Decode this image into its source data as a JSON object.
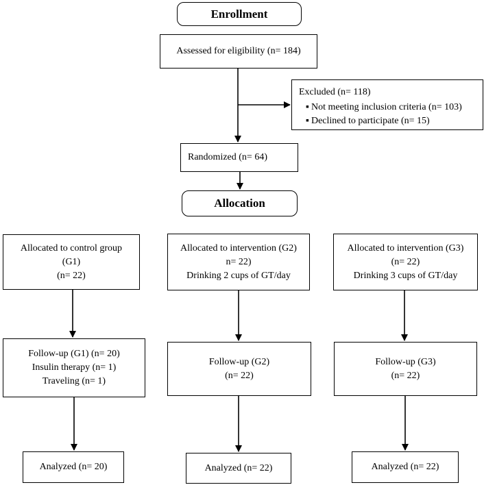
{
  "enrollment": {
    "label": "Enrollment"
  },
  "eligibility": {
    "text": "Assessed for eligibility (n= 184)"
  },
  "excluded": {
    "title": "Excluded (n= 118)",
    "items": [
      "Not meeting inclusion criteria (n= 103)",
      "Declined to participate (n= 15)"
    ]
  },
  "randomized": {
    "text": "Randomized (n= 64)"
  },
  "allocation": {
    "label": "Allocation"
  },
  "groups": [
    {
      "allocated": [
        "Allocated to control group",
        "(G1)",
        "(n= 22)"
      ],
      "followup": [
        "Follow-up (G1) (n= 20)",
        "Insulin therapy (n= 1)",
        "Traveling (n= 1)"
      ],
      "analyzed": "Analyzed (n= 20)"
    },
    {
      "allocated": [
        "Allocated to intervention (G2)",
        "n= 22)",
        "Drinking 2 cups of GT/day"
      ],
      "followup": [
        "Follow-up (G2)",
        "(n= 22)"
      ],
      "analyzed": "Analyzed (n= 22)"
    },
    {
      "allocated": [
        "Allocated to intervention (G3)",
        "(n= 22)",
        "Drinking 3 cups of GT/day"
      ],
      "followup": [
        "Follow-up (G3)",
        "(n= 22)"
      ],
      "analyzed": "Analyzed (n= 22)"
    }
  ]
}
